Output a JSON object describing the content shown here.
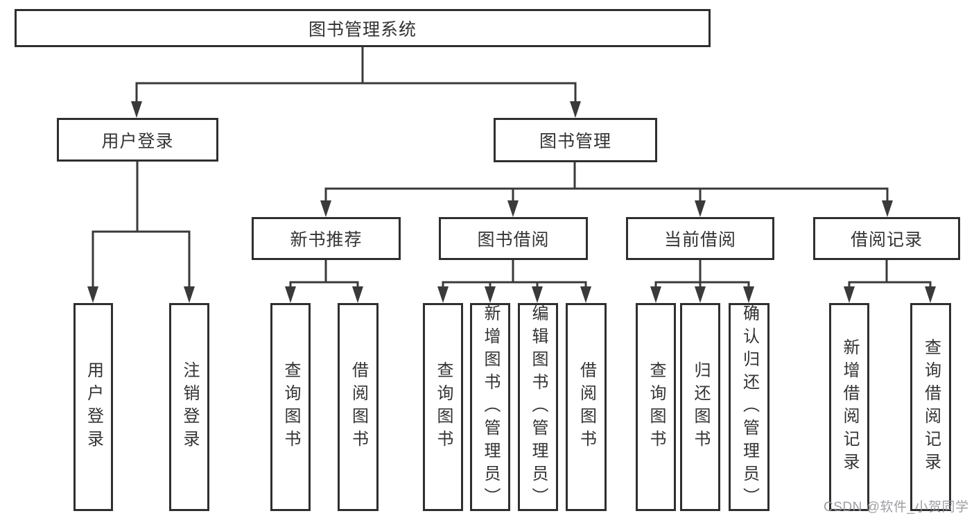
{
  "diagram": {
    "title": "图书管理系统",
    "branches": {
      "user_login": {
        "label": "用户登录",
        "children": [
          "用户登录",
          "注销登录"
        ]
      },
      "book_management": {
        "label": "图书管理",
        "sections": [
          {
            "label": "新书推荐",
            "children": [
              "查询图书",
              "借阅图书"
            ]
          },
          {
            "label": "图书借阅",
            "children": [
              "查询图书",
              "新增图书（管理员）",
              "编辑图书（管理员）",
              "借阅图书"
            ]
          },
          {
            "label": "当前借阅",
            "children": [
              "查询图书",
              "归还图书",
              "确认归还（管理员）"
            ]
          },
          {
            "label": "借阅记录",
            "children": [
              "新增借阅记录",
              "查询借阅记录"
            ]
          }
        ]
      }
    }
  },
  "watermark": "CSDN @软件_小贺同学",
  "colors": {
    "line": "#3a3a3a",
    "box_border": "#2f2f2f",
    "text": "#333333",
    "watermark": "#94949b",
    "background": "#ffffff"
  }
}
